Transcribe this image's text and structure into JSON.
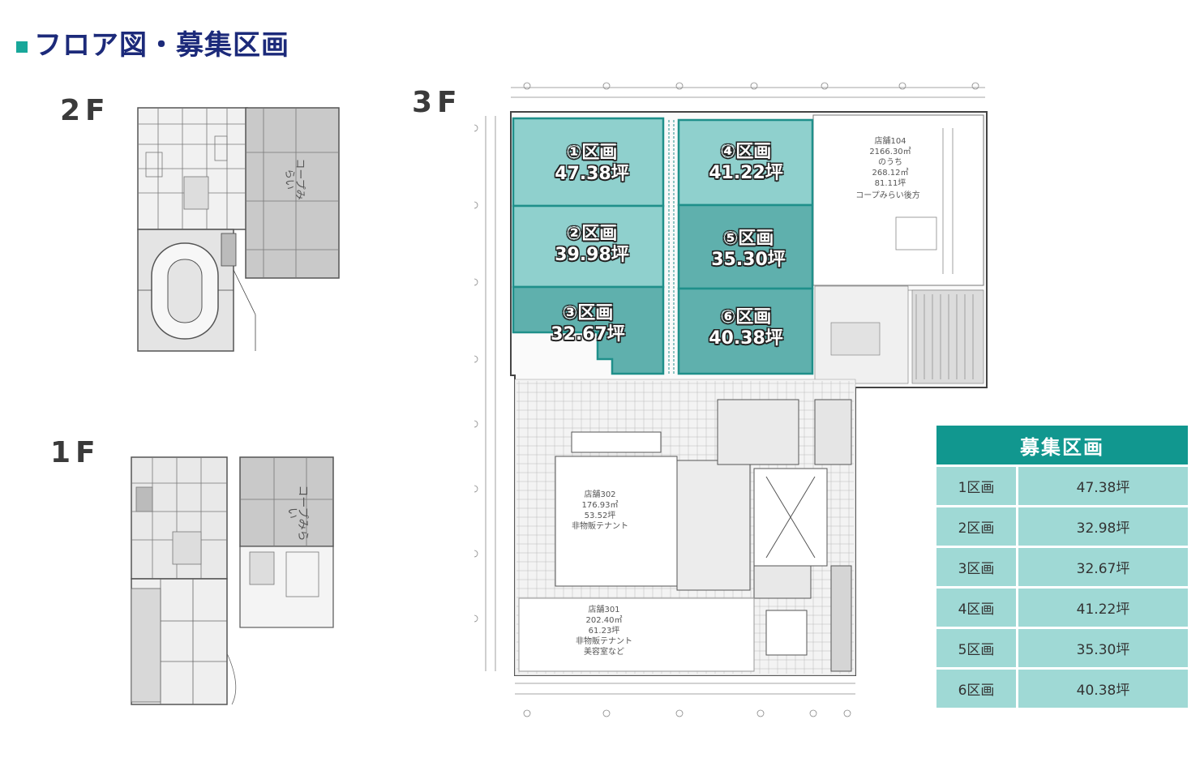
{
  "title": "フロア図・募集区画",
  "floors": {
    "f2": "2F",
    "f3": "3F",
    "f1": "1F"
  },
  "plan_texts": {
    "coop_2f": "コープみらい",
    "coop_1f": "コープみらい",
    "store104": [
      "店舗104",
      "2166.30㎡",
      "のうち",
      "268.12㎡",
      "81.11坪"
    ],
    "coop_back": "コープみらい後方",
    "store302": [
      "店舗302",
      "176.93㎡",
      "53.52坪",
      "非物販テナント"
    ],
    "store301": [
      "店舗301",
      "202.40㎡",
      "61.23坪",
      "非物販テナント",
      "美容室など"
    ]
  },
  "zones": [
    {
      "num": "①区画",
      "area": "47.38坪"
    },
    {
      "num": "②区画",
      "area": "39.98坪"
    },
    {
      "num": "③区画",
      "area": "32.67坪"
    },
    {
      "num": "④区画",
      "area": "41.22坪"
    },
    {
      "num": "⑤区画",
      "area": "35.30坪"
    },
    {
      "num": "⑥区画",
      "area": "40.38坪"
    }
  ],
  "table": {
    "header": "募集区画",
    "rows": [
      {
        "zone": "1区画",
        "area": "47.38坪"
      },
      {
        "zone": "2区画",
        "area": "32.98坪"
      },
      {
        "zone": "3区画",
        "area": "32.67坪"
      },
      {
        "zone": "4区画",
        "area": "41.22坪"
      },
      {
        "zone": "5区画",
        "area": "35.30坪"
      },
      {
        "zone": "6区画",
        "area": "40.38坪"
      }
    ]
  },
  "colors": {
    "accent": "#18a79a",
    "title": "#1c2a7a",
    "zone_light": "#8fd0cd",
    "zone_dark": "#4fa8a4",
    "table_head": "#11978f",
    "table_row": "#9fd9d5"
  }
}
